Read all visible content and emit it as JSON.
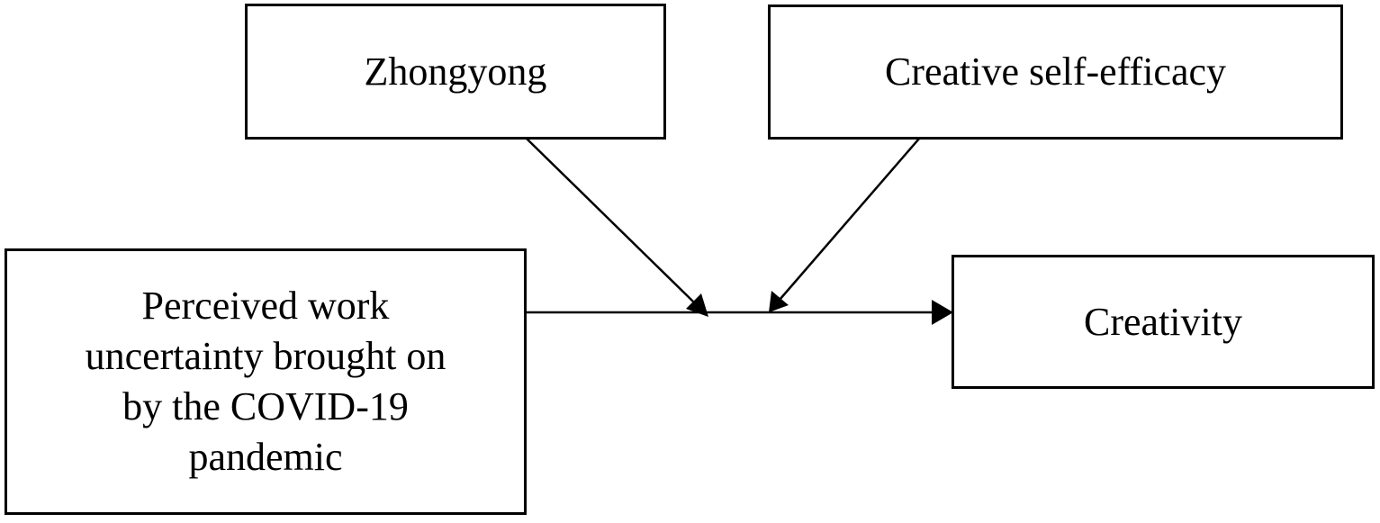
{
  "diagram": {
    "nodes": {
      "zhongyong": {
        "label": "Zhongyong"
      },
      "creative_self_efficacy": {
        "label": "Creative self-efficacy"
      },
      "perceived_work_uncertainty": {
        "label": "Perceived work\nuncertainty brought on\nby the COVID-19\npandemic"
      },
      "creativity": {
        "label": "Creativity"
      }
    },
    "edges": [
      {
        "from": "perceived_work_uncertainty",
        "to": "creativity",
        "kind": "main-path"
      },
      {
        "from": "zhongyong",
        "to": "main-path",
        "kind": "moderation"
      },
      {
        "from": "creative_self_efficacy",
        "to": "main-path",
        "kind": "moderation"
      }
    ],
    "colors": {
      "stroke": "#000000",
      "background": "#ffffff"
    }
  }
}
